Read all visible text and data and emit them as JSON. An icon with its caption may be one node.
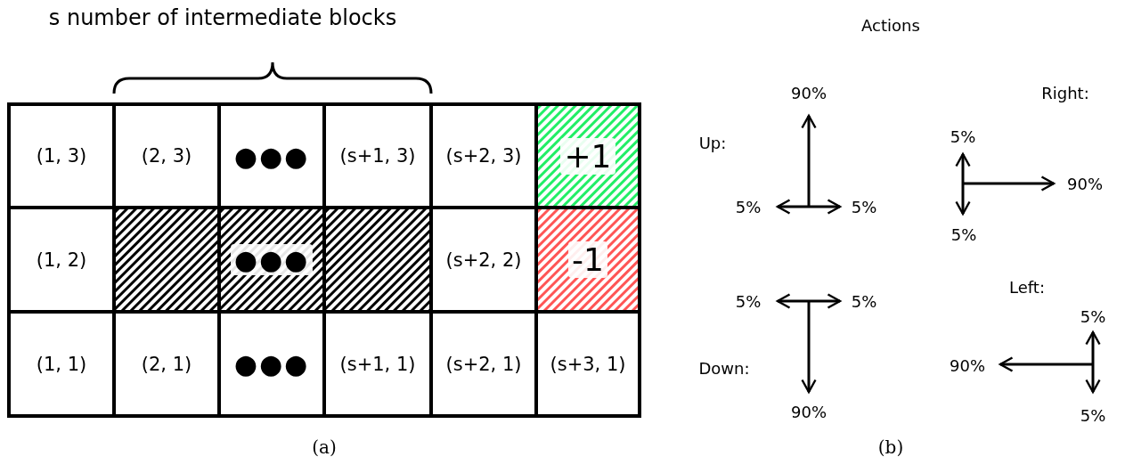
{
  "diagram": {
    "nodes": [
      {
        "text": [
          "(1, 3)"
        ]
      },
      {
        "text": [
          "(2, 3)"
        ]
      },
      {
        "text": [
          "●●●"
        ]
      },
      {
        "text": [
          "(s+1, 3)"
        ]
      },
      {
        "text": [
          "(s+2, 3)"
        ]
      },
      {
        "text": [
          "+1"
        ]
      },
      {
        "text": [
          "(1, 2)"
        ]
      },
      {
        "text": [],
        "shape": "box"
      },
      {
        "text": [
          "●●●"
        ]
      },
      {
        "text": [],
        "shape": "box"
      },
      {
        "text": [
          "(s+2, 2)"
        ]
      },
      {
        "text": [
          "-1"
        ]
      },
      {
        "text": [
          "(1, 1)"
        ]
      },
      {
        "text": [
          "(2, 1)"
        ]
      },
      {
        "text": [
          "●●●"
        ]
      },
      {
        "text": [
          "(s+1, 1)"
        ]
      },
      {
        "text": [
          "(s+2, 1)"
        ]
      },
      {
        "text": [
          "(s+3, 1)"
        ]
      }
    ],
    "labels": [
      "s number of intermediate blocks",
      "Actions",
      "90%",
      "Up:",
      "Right:",
      "5%",
      "5%",
      "5%",
      "90%",
      "5%",
      "Left:",
      "5%",
      "5%",
      "5%",
      "Down:",
      "90%",
      "90%",
      "5%",
      "(a)",
      "(b)"
    ]
  }
}
